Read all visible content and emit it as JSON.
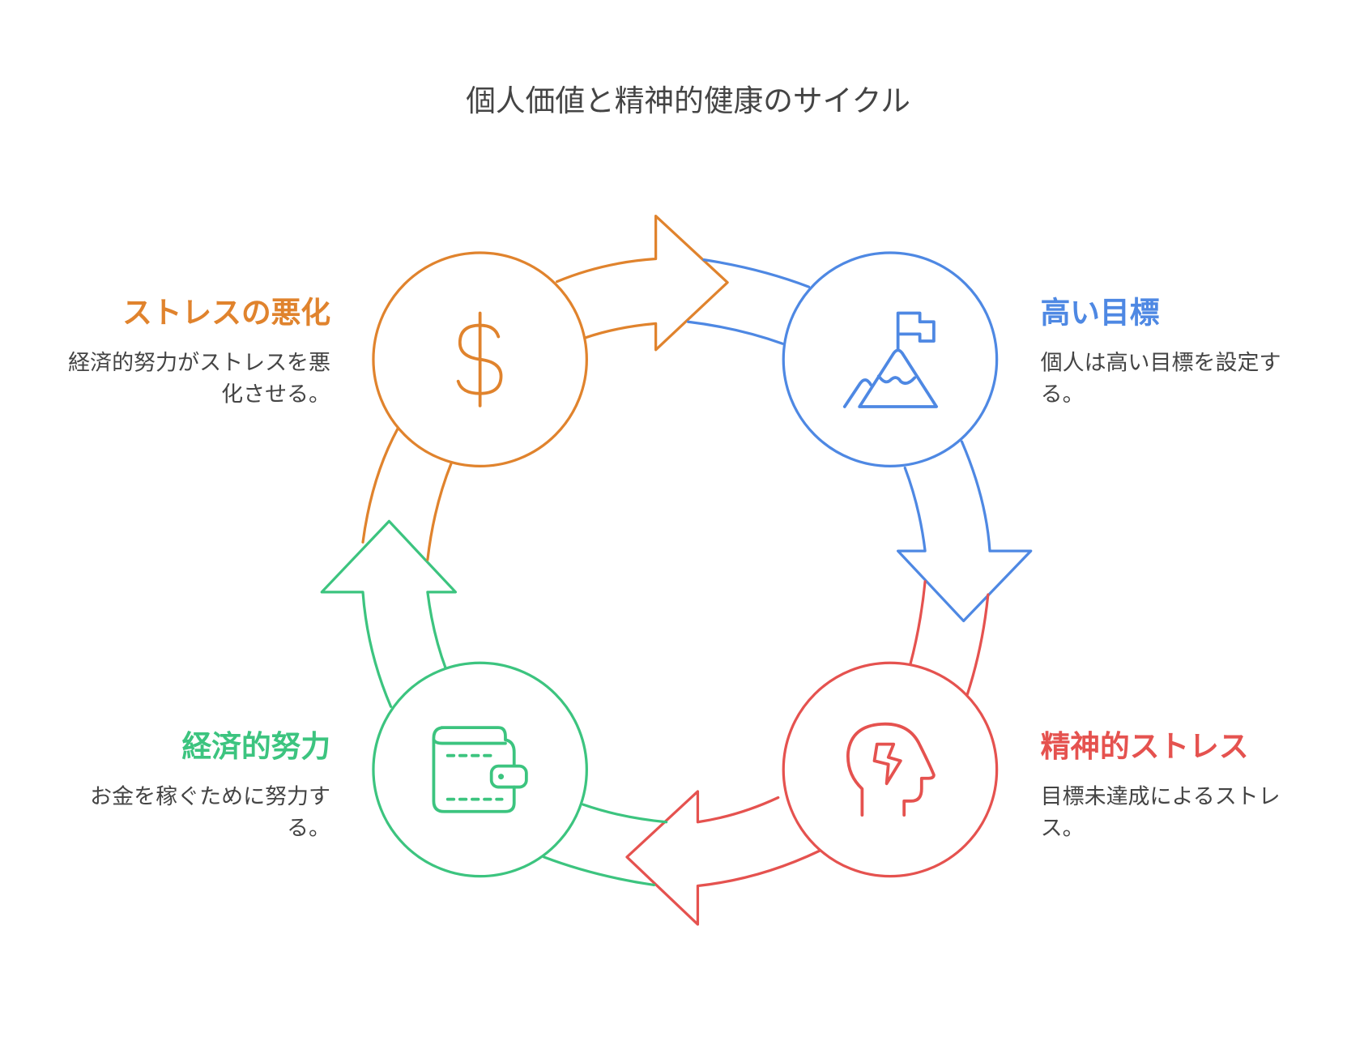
{
  "title": "個人価値と精神的健康のサイクル",
  "colors": {
    "orange": "#E0832D",
    "blue": "#4E88E3",
    "green": "#3CC47F",
    "red": "#E5524F",
    "text": "#444444"
  },
  "stages": [
    {
      "title": "ストレスの悪化",
      "desc": "経済的努力がストレスを悪化させる。",
      "icon": "dollar-icon"
    },
    {
      "title": "高い目標",
      "desc": "個人は高い目標を設定する。",
      "icon": "mountain-flag-icon"
    },
    {
      "title": "精神的ストレス",
      "desc": "目標未達成によるストレス。",
      "icon": "head-lightning-icon"
    },
    {
      "title": "経済的努力",
      "desc": "お金を稼ぐために努力する。",
      "icon": "wallet-icon"
    }
  ]
}
